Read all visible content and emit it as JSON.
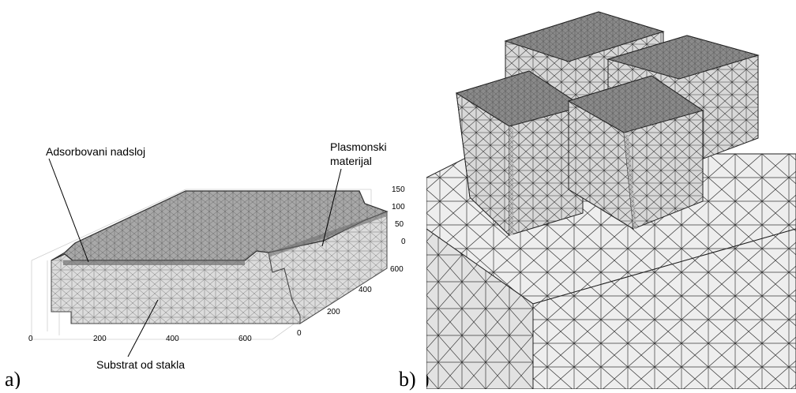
{
  "figure": {
    "panel_a": {
      "label": "a)",
      "callouts": {
        "adsorbed_layer": "Adsorbovani nadsloj",
        "plasmonic_material_line1": "Plasmonski",
        "plasmonic_material_line2": "materijal",
        "glass_substrate": "Substrat od stakla"
      },
      "axis_ticks": {
        "x": [
          "0",
          "200",
          "400",
          "600"
        ],
        "y": [
          "0",
          "200",
          "400",
          "600"
        ],
        "z": [
          "0",
          "50",
          "100",
          "150"
        ]
      }
    },
    "panel_b": {
      "label": "b)"
    }
  },
  "colors": {
    "mesh_face": "#d9d9d9",
    "mesh_top": "#8c8c8c",
    "mesh_line": "#2a2a2a",
    "light_face": "#ececec"
  }
}
